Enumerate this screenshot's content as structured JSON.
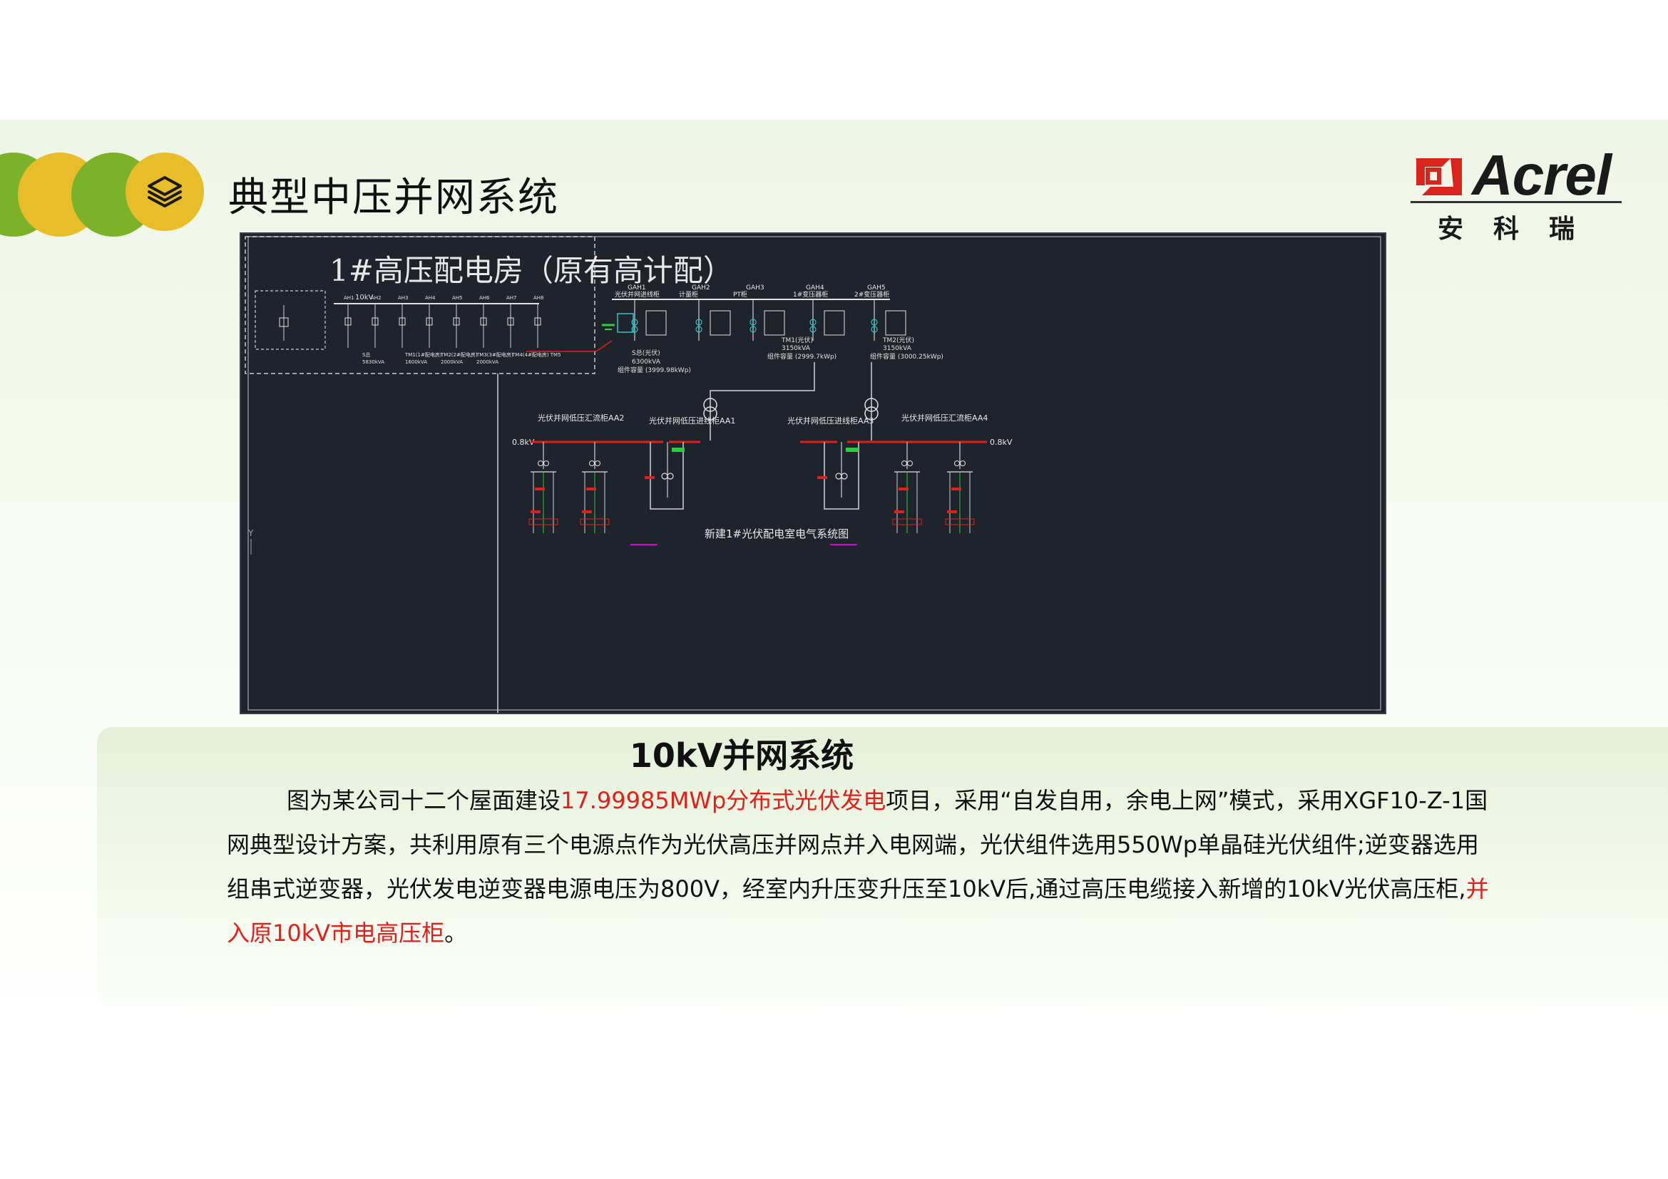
{
  "header": {
    "title": "典型中压并网系统",
    "logo_word": "Acrel",
    "logo_sub": "安科瑞",
    "layers_icon": "layers-icon"
  },
  "colors": {
    "green": "#7cb12a",
    "yellow": "#e8bd2a",
    "diagram_bg": "#1f232b",
    "accent_red": "#e0201a"
  },
  "diagram": {
    "hv_room_title": "1#高压配电房（原有高计配）",
    "hv_voltage": "10kV",
    "existing_cabinets": [
      "AH1",
      "AH2",
      "AH3",
      "AH4",
      "AH5",
      "AH6",
      "AH7",
      "AH8"
    ],
    "existing_labels": [
      {
        "text": "S总\n5830kVA"
      },
      {
        "text": "TM1(1#配电房)\n1600kVA"
      },
      {
        "text": "TM2(2#配电房)\n2000kVA"
      },
      {
        "text": "TM3(3#配电房)\n2000kVA"
      },
      {
        "text": "TM4(4#配电房) TM5"
      }
    ],
    "new_cabinets": [
      {
        "id": "GAH1",
        "name": "光伏并网进线柜"
      },
      {
        "id": "GAH2",
        "name": "计量柜"
      },
      {
        "id": "GAH3",
        "name": "PT柜"
      },
      {
        "id": "GAH4",
        "name": "1#变压器柜"
      },
      {
        "id": "GAH5",
        "name": "2#变压器柜"
      }
    ],
    "pv_total": {
      "line1": "S总(光伏)",
      "line2": "6300kVA",
      "line3": "组件容量 (3999.98kWp)"
    },
    "tm1": {
      "line1": "TM1(光伏)",
      "line2": "3150kVA",
      "line3": "组件容量 (2999.7kWp)"
    },
    "tm2": {
      "line1": "TM2(光伏)",
      "line2": "3150kVA",
      "line3": "组件容量 (3000.25kWp)"
    },
    "lv_sections": [
      {
        "name": "光伏并网低压汇流柜AA2"
      },
      {
        "name": "光伏并网低压进线柜AA1"
      },
      {
        "name": "光伏并网低压进线柜AA3"
      },
      {
        "name": "光伏并网低压汇流柜AA4"
      }
    ],
    "lv_voltage": "0.8kV",
    "system_caption": "新建1#光伏配电室电气系统图"
  },
  "content": {
    "title": "10kV并网系统",
    "para_pre": "图为某公司十二个屋面建设",
    "para_hl1": "17.99985MWp分布式光伏发电",
    "para_mid": "项目，采用“自发自用，余电上网”模式，采用XGF10-Z-1国网典型设计方案，共利用原有三个电源点作为光伏高压并网点并入电网端，光伏组件选用550Wp单晶硅光伏组件;逆变器选用组串式逆变器，光伏发电逆变器电源电压为800V，经室内升压变升压至10kV后,通过高压电缆接入新增的10kV光伏高压柜,",
    "para_hl2": "并入原10kV市电高压柜",
    "para_end": "。"
  }
}
